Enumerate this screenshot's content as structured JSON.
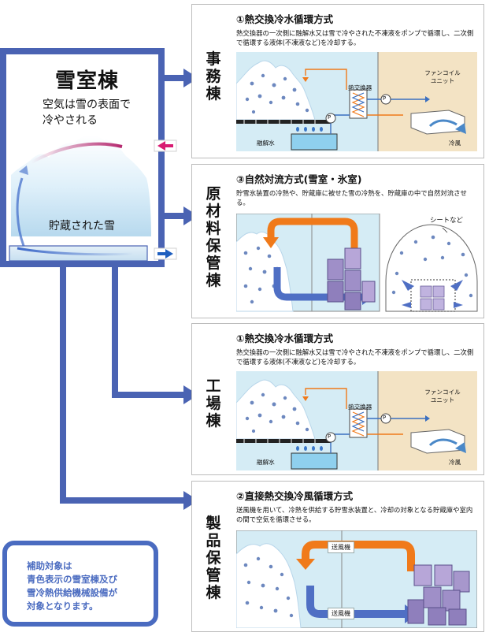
{
  "yukimuro": {
    "title": "雪室棟",
    "desc_line1": "空気は雪の表面で",
    "desc_line2": "冷やされる",
    "stored_label": "貯蔵された雪"
  },
  "panels": [
    {
      "side_label": [
        "事",
        "務",
        "棟"
      ],
      "title": "①熱交換冷水循環方式",
      "desc": "熱交換器の一次側に融解水又は雪で冷やされた不凍液をポンプで循環し、二次側で循環する液体(不凍液など)を冷却する。",
      "labels": {
        "exchanger": "熱交換器",
        "fancoil_1": "ファンコイル",
        "fancoil_2": "ユニット",
        "pump": "P",
        "melt": "融解水",
        "cold": "冷風"
      }
    },
    {
      "side_label": [
        "原",
        "材",
        "料",
        "保",
        "管",
        "棟"
      ],
      "title": "③自然対流方式(雪室・氷室)",
      "desc": "貯雪氷装置の冷熱や、貯蔵庫に被せた雪の冷熱を、貯蔵庫の中で自然対流させる。",
      "labels": {
        "sheet": "シートなど"
      }
    },
    {
      "side_label": [
        "工",
        "場",
        "棟"
      ],
      "title": "①熱交換冷水循環方式",
      "desc": "熱交換器の一次側に融解水又は雪で冷やされた不凍液をポンプで循環し、二次側で循環する液体(不凍液など)を冷却する。",
      "labels": {
        "exchanger": "熱交換器",
        "fancoil_1": "ファンコイル",
        "fancoil_2": "ユニット",
        "pump": "P",
        "melt": "融解水",
        "cold": "冷風"
      }
    },
    {
      "side_label": [
        "製",
        "品",
        "保",
        "管",
        "棟"
      ],
      "title": "②直接熱交換冷風循環方式",
      "desc": "送風機を用いて、冷熱を供給する貯雪氷装置と、冷却の対象となる貯蔵庫や室内の間で空気を循環させる。",
      "labels": {
        "blower_top": "送風機",
        "blower_bottom": "送風機"
      }
    }
  ],
  "note": {
    "line1": "補助対象は",
    "line2": "青色表示の雪室棟及び",
    "line3": "雪冷熱供給機械設備が",
    "line4": "対象となります。"
  },
  "colors": {
    "frame_blue": "#4a63b3",
    "arrow_blue": "#4f6fc4",
    "bg_blue": "#d5ecf5",
    "bg_tan": "#f3e3c4",
    "orange": "#f07a1a",
    "note_blue": "#4a6bc0"
  }
}
